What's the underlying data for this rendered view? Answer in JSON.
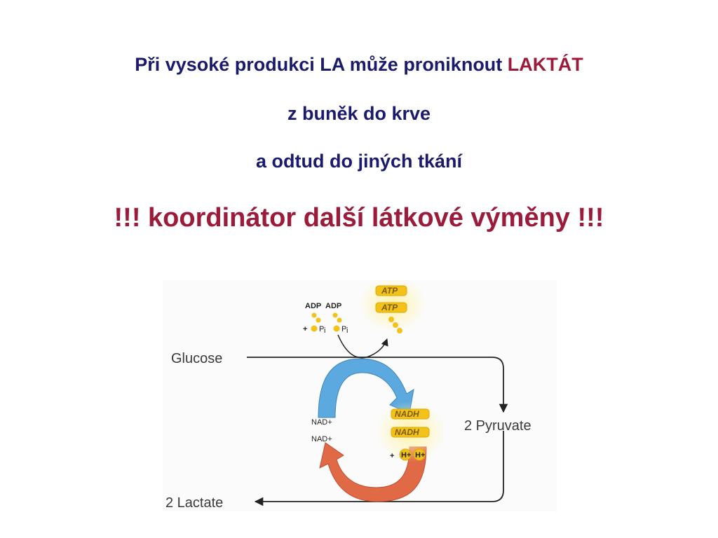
{
  "title": {
    "line1_prefix": "Při vysoké produkci LA může proniknout ",
    "line1_highlight": "LAKTÁT",
    "line2": "z buněk do krve",
    "line3": "a odtud do jiných tkání",
    "line4": "!!! koordinátor další látkové výměny !!!"
  },
  "diagram": {
    "glucose": "Glucose",
    "pyruvate": "2 Pyruvate",
    "lactate": "2 Lactate",
    "adp1": "ADP",
    "adp2": "ADP",
    "plus_pi": "+",
    "pi1": "P",
    "pi2": "P",
    "pi_sub": "i",
    "atp1": "ATP",
    "atp2": "ATP",
    "nad1": "NAD+",
    "nad2": "NAD+",
    "nadh1": "NADH",
    "nadh2": "NADH",
    "plus_h": "+",
    "h1": "H+",
    "h2": "H+"
  },
  "colors": {
    "title_text": "#1a1a6e",
    "accent": "#9c1b3a",
    "blue_arrow": "#5ba9de",
    "red_arrow": "#e06a46",
    "energy_yellow": "#f2c21b"
  }
}
